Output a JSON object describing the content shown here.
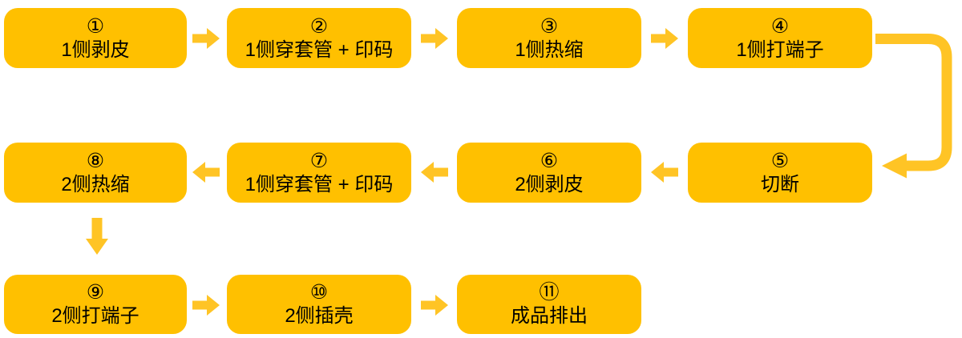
{
  "diagram": {
    "type": "flowchart",
    "box_fill": "#FFC000",
    "arrow_fill": "#FFC425",
    "text_color": "#000000",
    "steps": [
      {
        "num": "①",
        "label": "1侧剥皮"
      },
      {
        "num": "②",
        "label": "1侧穿套管 + 印码"
      },
      {
        "num": "③",
        "label": "1侧热缩"
      },
      {
        "num": "④",
        "label": "1侧打端子"
      },
      {
        "num": "⑤",
        "label": "切断"
      },
      {
        "num": "⑥",
        "label": "2侧剥皮"
      },
      {
        "num": "⑦",
        "label": "1侧穿套管 + 印码"
      },
      {
        "num": "⑧",
        "label": "2侧热缩"
      },
      {
        "num": "⑨",
        "label": "2侧打端子"
      },
      {
        "num": "⑩",
        "label": "2侧插壳"
      },
      {
        "num": "⑪",
        "label": "成品排出"
      }
    ],
    "connections": [
      {
        "from": "1",
        "to": "2",
        "direction": "right"
      },
      {
        "from": "2",
        "to": "3",
        "direction": "right"
      },
      {
        "from": "3",
        "to": "4",
        "direction": "right"
      },
      {
        "from": "4",
        "to": "5",
        "direction": "curve-right-down-left"
      },
      {
        "from": "5",
        "to": "6",
        "direction": "left"
      },
      {
        "from": "6",
        "to": "7",
        "direction": "left"
      },
      {
        "from": "7",
        "to": "8",
        "direction": "left"
      },
      {
        "from": "8",
        "to": "9",
        "direction": "down"
      },
      {
        "from": "9",
        "to": "10",
        "direction": "right"
      },
      {
        "from": "10",
        "to": "11",
        "direction": "right"
      }
    ]
  }
}
